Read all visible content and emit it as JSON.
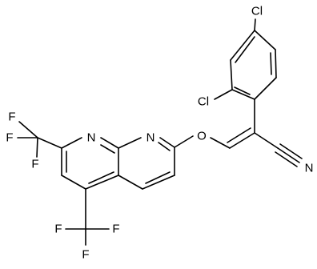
{
  "molecule": {
    "atoms": {
      "cl_top": "Cl",
      "cl_ortho": "Cl",
      "oxygen": "O",
      "nitrogen_nitrile": "N",
      "n1": "N",
      "n8": "N",
      "cf3_left_f1": "F",
      "cf3_left_f2": "F",
      "cf3_left_f3": "F",
      "cf3_bottom_f1": "F",
      "cf3_bottom_f2": "F",
      "cf3_bottom_f3": "F"
    }
  }
}
